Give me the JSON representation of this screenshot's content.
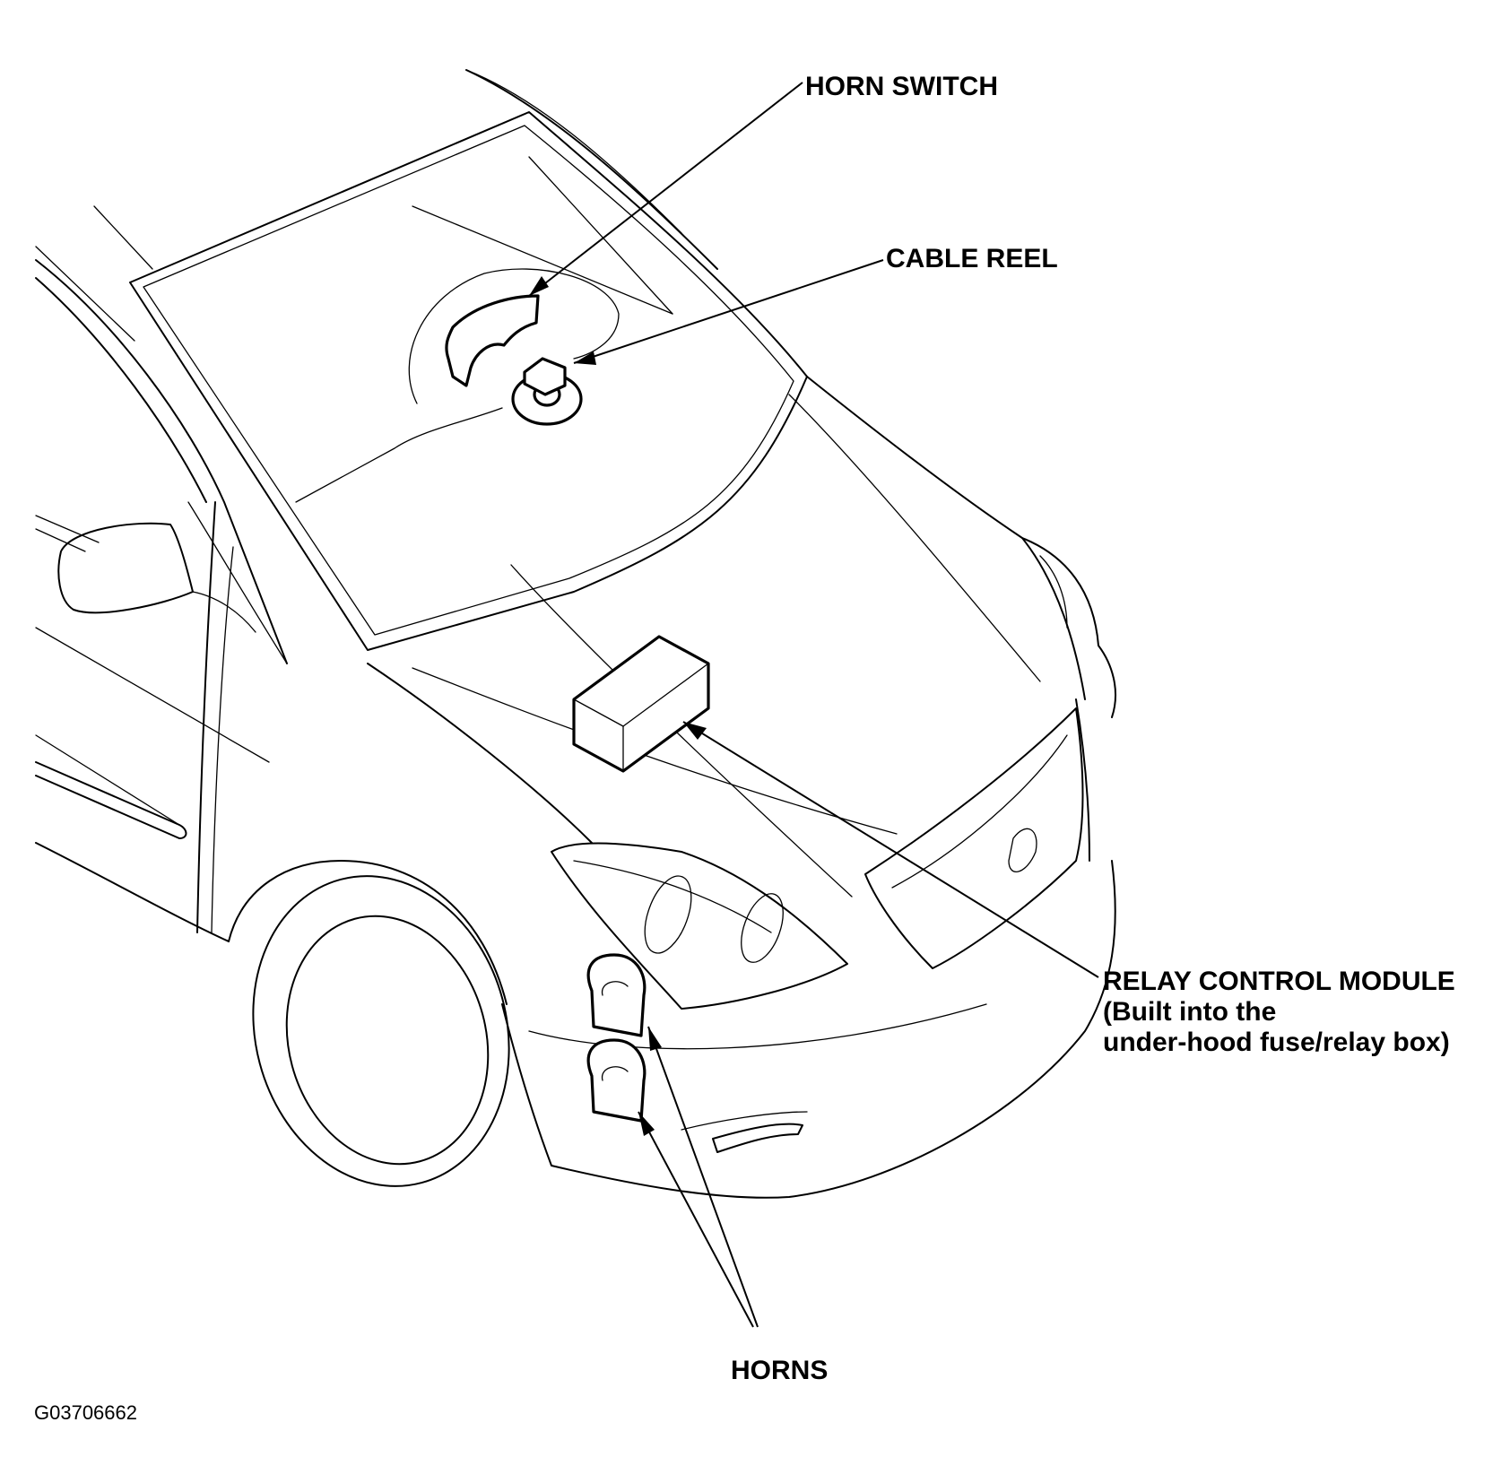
{
  "labels": {
    "horn_switch": "HORN SWITCH",
    "cable_reel": "CABLE REEL",
    "relay_control_module": "RELAY CONTROL MODULE",
    "relay_note_line1": "(Built into the",
    "relay_note_line2": "under-hood fuse/relay box)",
    "horns": "HORNS"
  },
  "figure_code": "G03706662"
}
